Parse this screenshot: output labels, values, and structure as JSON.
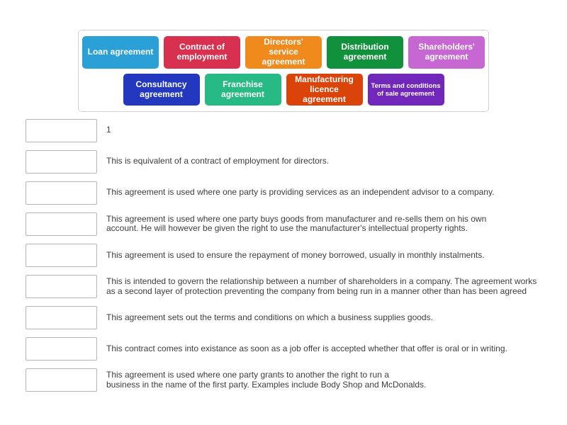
{
  "bank": {
    "chips": [
      {
        "label": "Loan agreement",
        "color": "#2aa0d6"
      },
      {
        "label": "Contract of employment",
        "color": "#d8314f"
      },
      {
        "label": "Directors' service agreement",
        "color": "#f08a1d"
      },
      {
        "label": "Distribution agreement",
        "color": "#12913c"
      },
      {
        "label": "Shareholders' agreement",
        "color": "#c767d2"
      },
      {
        "label": "Consultancy agreement",
        "color": "#2338be"
      },
      {
        "label": "Franchise agreement",
        "color": "#27ba84"
      },
      {
        "label": "Manufacturing licence agreement",
        "color": "#da440b"
      },
      {
        "label": "Terms and conditions of sale agreement",
        "color": "#7127ba"
      }
    ]
  },
  "rows": [
    {
      "clue": "1"
    },
    {
      "clue": "This is equivalent of a contract of employment for directors."
    },
    {
      "clue": "This agreement is used where one party is providing services as an independent advisor to a company."
    },
    {
      "clue": "This agreement is used where one party buys goods from manufacturer and re-sells them on his own\naccount. He will however be given the right to use the manufacturer's intellectual property rights."
    },
    {
      "clue": "This agreement is used to ensure the repayment of money borrowed, usually in monthly instalments."
    },
    {
      "clue": "This is intended to govern the relationship between a number of shareholders in a company. The agreement works\nas a second layer of protection preventing the company from being run in a manner other than has been agreed"
    },
    {
      "clue": "This agreement sets out the terms and conditions on which a business supplies goods."
    },
    {
      "clue": "This contract comes into existance as soon as a job offer is accepted whether that offer is oral or in writing."
    },
    {
      "clue": "This agreement is used where one party grants to another the right to run a\nbusiness in the name of the first party. Examples include Body Shop and McDonalds."
    }
  ]
}
